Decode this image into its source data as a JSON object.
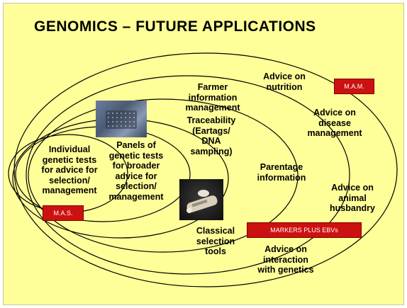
{
  "title": "GENOMICS – FUTURE APPLICATIONS",
  "labels": {
    "individual": "Individual\ngenetic tests\nfor advice for\nselection/\nmanagement",
    "panels": "Panels of\ngenetic tests\nfor broader\nadvice for\nselection/\nmanagement",
    "traceability": "Traceability\n(Eartags/\nDNA\nsampling)",
    "farmer": "Farmer\ninformation\nmanagement",
    "nutrition": "Advice on\nnutrition",
    "disease": "Advice on\ndisease\nmanagement",
    "parentage": "Parentage\ninformation",
    "husbandry": "Advice on\nanimal\nhusbandry",
    "classical": "Classical\nselection\ntools",
    "interaction": "Advice on\ninteraction\nwith genetics"
  },
  "tags": {
    "mas": "M.A.S.",
    "mam": "M.A.M.",
    "markers": "MARKERS PLUS EBVs"
  },
  "colors": {
    "background": "#ffff99",
    "tag": "#cc1111",
    "outline": "#000000"
  }
}
